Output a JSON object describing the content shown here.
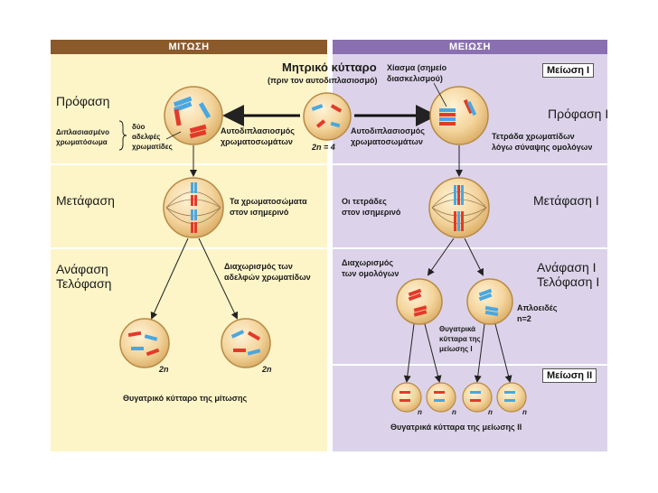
{
  "headers": {
    "mitosis": "ΜΙΤΩΣΗ",
    "meiosis": "ΜΕΙΩΣΗ"
  },
  "colors": {
    "mitosis_bg": "#fdf5c8",
    "meiosis_bg": "#dcd3ea",
    "mitosis_header": "#8b5a2b",
    "meiosis_header": "#8a70b0",
    "chrom_red": "#e23a2a",
    "chrom_blue": "#4aa7e0",
    "cell_fill": "#f3d49c"
  },
  "center": {
    "title": "Μητρικό κύτταρο",
    "subtitle": "(πριν τον αυτοδιπλασιοσμό)",
    "ploidy": "2n = 4"
  },
  "crossover": {
    "line1": "Χίασμα (σημείο",
    "line2": "διασκελισμού)"
  },
  "mitosis": {
    "prophase": "Πρόφαση",
    "doubled_label_1": "Διπλασιασμένο",
    "doubled_label_2": "χρωματόσωμα",
    "sisters_1": "δύο",
    "sisters_2": "αδελφές",
    "sisters_3": "χρωματίδες",
    "dup_1": "Αυτοδιπλασιοσμός",
    "dup_2": "χρωματοσωμάτων",
    "metaphase": "Μετάφαση",
    "meta_desc_1": "Τα χρωματοσώματα",
    "meta_desc_2": "στον ισημερινό",
    "anaphase": "Ανάφαση",
    "telophase": "Τελόφαση",
    "sep_1": "Διαχωρισμός των",
    "sep_2": "αδελφών χρωματίδων",
    "daughter_ploidy": "2n",
    "daughter_ploidy_2": "2n",
    "daughters": "Θυγατρικό κύτταρο της μίτωσης"
  },
  "meiosis": {
    "meiosis1": "Μείωση Ι",
    "prophase1": "Πρόφαση Ι",
    "dup_1": "Αυτοδιπλασιοσμός",
    "dup_2": "χρωματοσωμάτων",
    "tetrad_1": "Τετράδα χρωματίδων",
    "tetrad_2": "λόγω σύναψης ομολόγων",
    "metaphase1": "Μετάφαση Ι",
    "tetrads_1": "Οι τετράδες",
    "tetrads_2": "στον ισημερινό",
    "anaphase1": "Ανάφαση Ι",
    "telophase1": "Τελόφαση Ι",
    "sep_1": "Διαχωρισμός",
    "sep_2": "των ομολόγων",
    "haploid_1": "Απλοειδές",
    "haploid_2": "n=2",
    "d1_1": "Θυγατρικά",
    "d1_2": "κύτταρα της",
    "d1_3": "μείωσης Ι",
    "meiosis2": "Μείωση ΙΙ",
    "n_labels": [
      "n",
      "n",
      "n",
      "n"
    ],
    "daughters": "Θυγατρικά κύτταρα της μείωσης ΙΙ"
  }
}
